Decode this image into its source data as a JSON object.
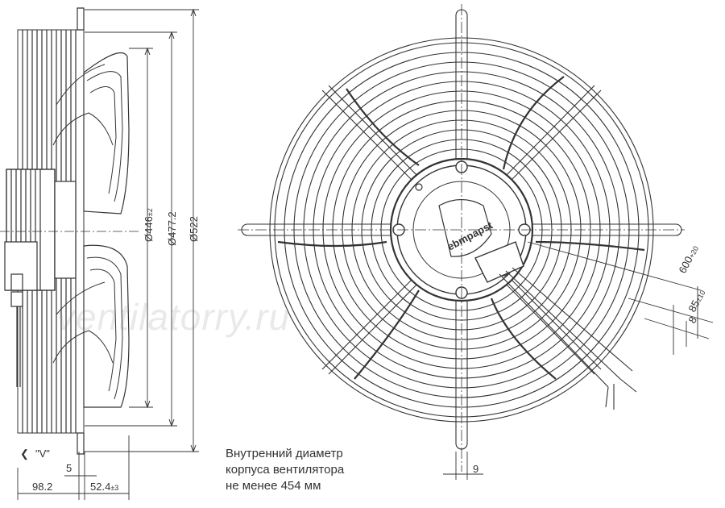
{
  "side_view": {
    "view_label": "\"V\"",
    "dims": {
      "d446": "Ø446",
      "d446_tol": "±2",
      "d477": "Ø477.2",
      "d522": "Ø522",
      "w5": "5",
      "w98": "98.2",
      "w52": "52.4",
      "w52_tol": "±3"
    }
  },
  "front_view": {
    "dims": {
      "cable_600": "600",
      "cable_600_tol": "+20",
      "cable_85": "85",
      "cable_85_tol": "±10",
      "cable_8": "8",
      "w9": "9"
    },
    "brand": "ebmpapst"
  },
  "note": {
    "line1": "Внутренний диаметр",
    "line2": "корпуса вентилятора",
    "line3": "не менее 454 мм"
  },
  "watermark": "ventilatorry.ru",
  "colors": {
    "line": "#333333",
    "background": "#ffffff"
  }
}
